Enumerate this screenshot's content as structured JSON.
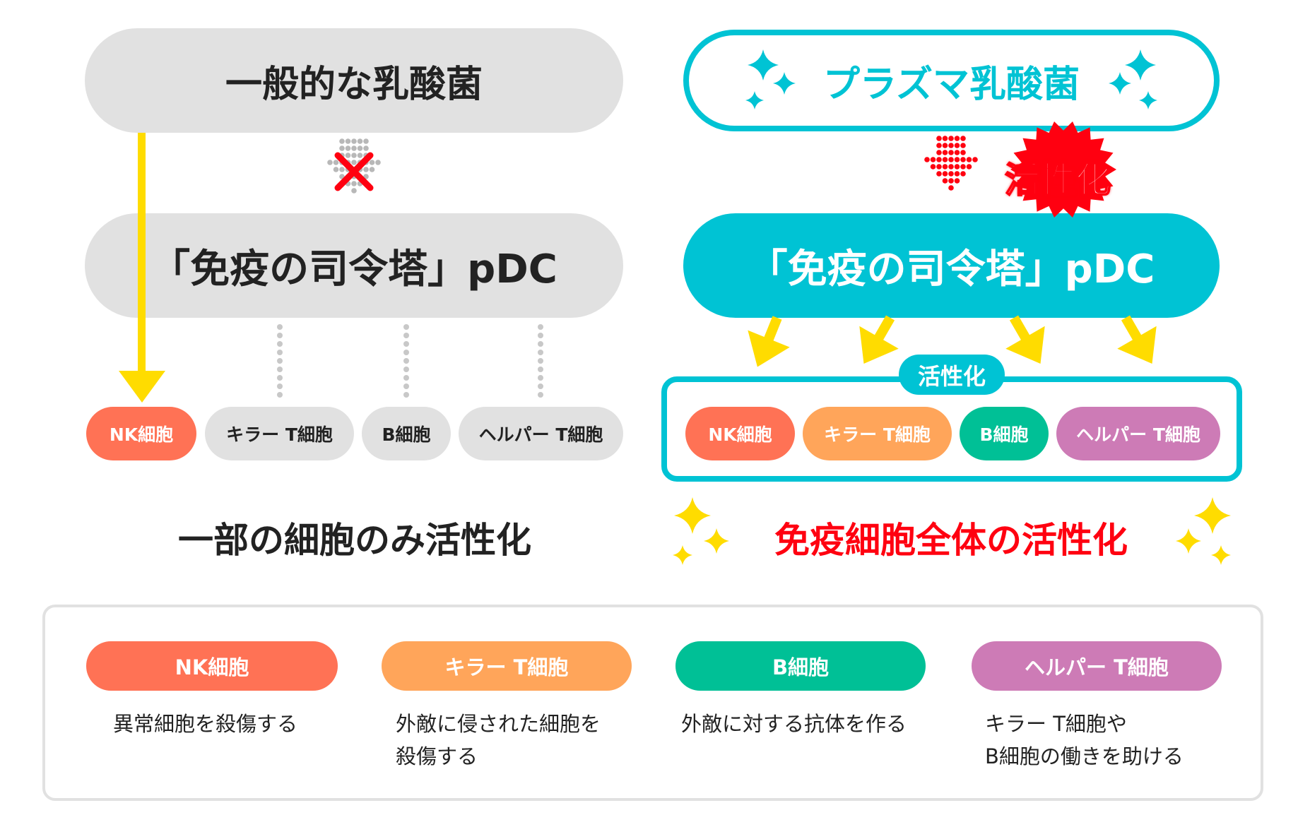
{
  "left": {
    "title": "一般的な乳酸菌",
    "pdc": "「免疫の司令塔」pDC",
    "cells": [
      "NK細胞",
      "キラー T細胞",
      "B細胞",
      "ヘルパー T細胞"
    ],
    "caption": "一部の細胞のみ活性化"
  },
  "right": {
    "title": "プラズマ乳酸菌",
    "burst_label": "活性化",
    "pdc": "「免疫の司令塔」pDC",
    "badge": "活性化",
    "cells": [
      "NK細胞",
      "キラー T細胞",
      "B細胞",
      "ヘルパー T細胞"
    ],
    "caption": "免疫細胞全体の活性化"
  },
  "legend": [
    {
      "name": "NK細胞",
      "desc1": "異常細胞を殺傷する",
      "desc2": ""
    },
    {
      "name": "キラー T細胞",
      "desc1": "外敵に侵された細胞を",
      "desc2": "殺傷する"
    },
    {
      "name": "B細胞",
      "desc1": "外敵に対する抗体を作る",
      "desc2": ""
    },
    {
      "name": "ヘルパー T細胞",
      "desc1": "キラー T細胞や",
      "desc2": "B細胞の働きを助ける"
    }
  ],
  "colors": {
    "cyan": "#00c3d4",
    "yellow": "#ffdc00",
    "red": "#ff0010",
    "nk": "#ff7255",
    "killer": "#ffa55a",
    "b": "#00c096",
    "helper": "#cd7bb6"
  }
}
